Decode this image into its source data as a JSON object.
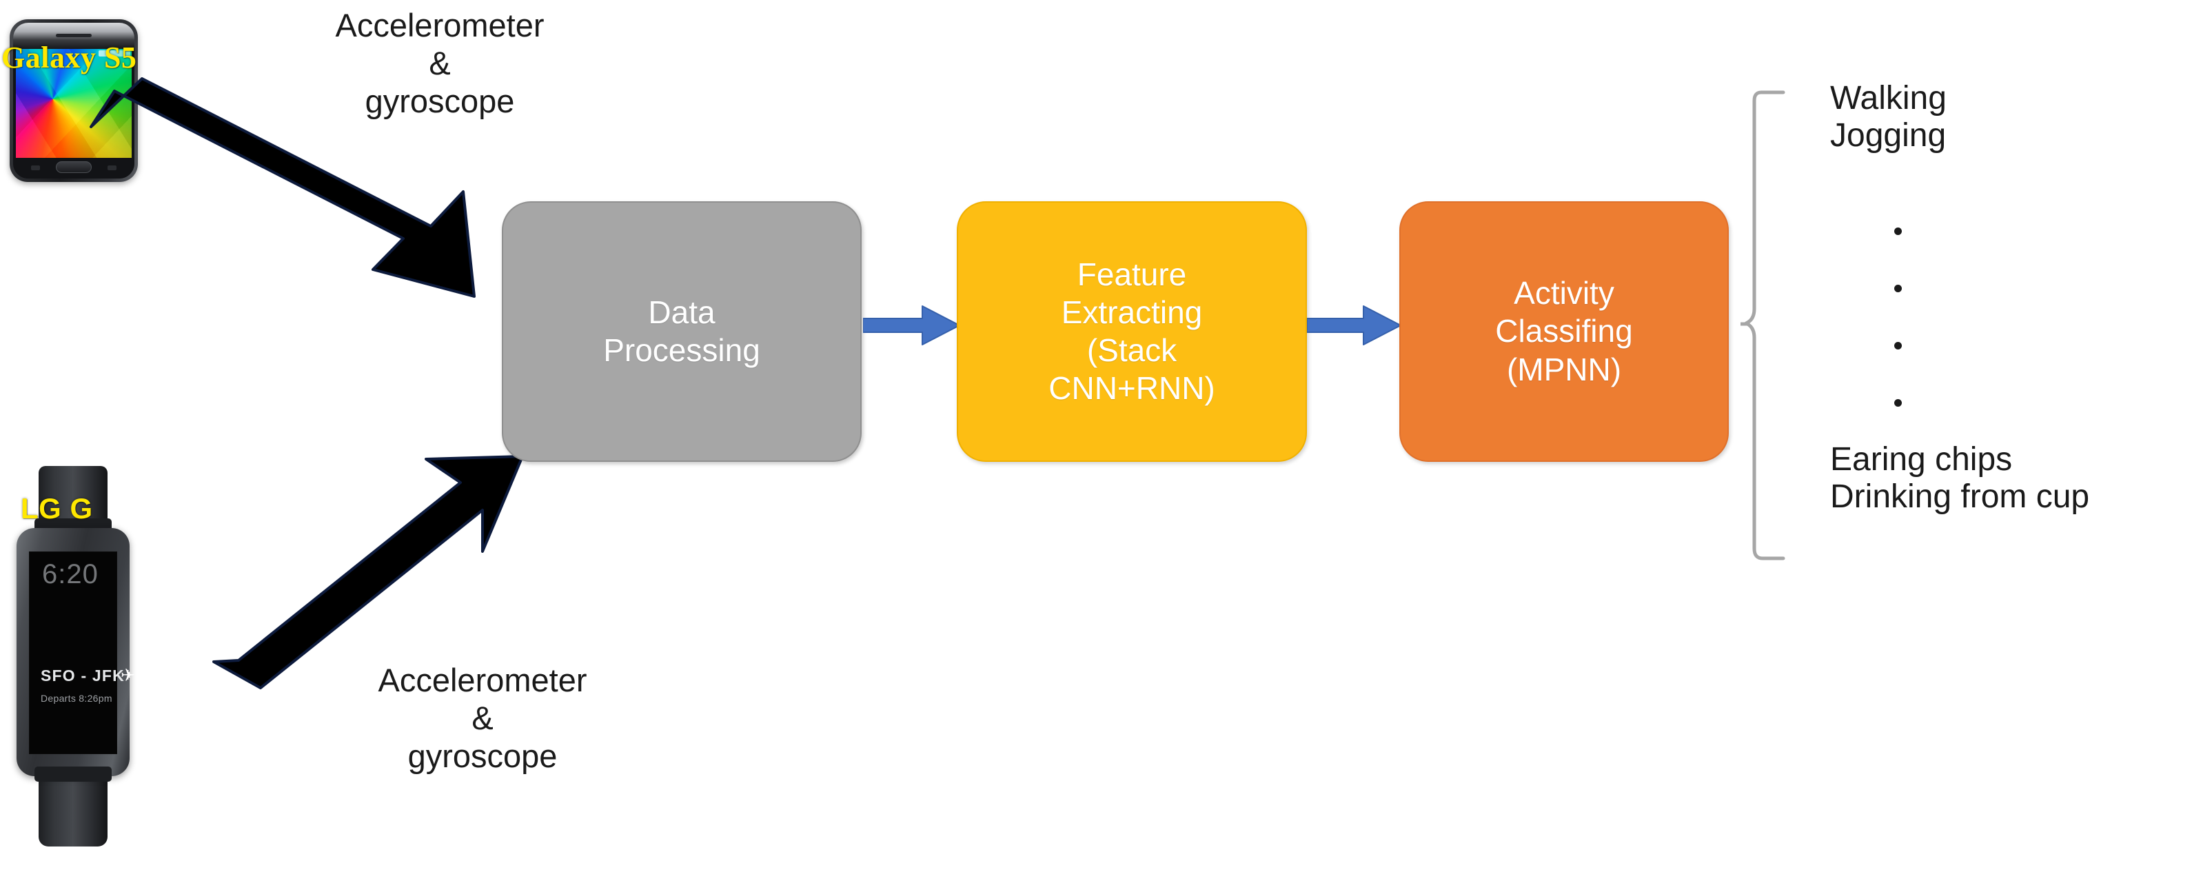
{
  "diagram": {
    "title": "Wearable sensor human activity recognition pipeline",
    "background_color": "#ffffff"
  },
  "devices": [
    {
      "id": "phone",
      "name": "Samsung Galaxy S5 smartphone",
      "overlay_label": "Galaxy S5",
      "overlay_label_color": "#ffe800",
      "screen_elements": {}
    },
    {
      "id": "watch",
      "name": "LG G Watch smartwatch",
      "overlay_label": "LG G",
      "overlay_label_color": "#ffe800",
      "screen_elements": {
        "time": "6:20",
        "route": "SFO - JFK",
        "plane_icon": "airplane-icon",
        "departs": "Departs 8:26pm"
      }
    }
  ],
  "captions": {
    "top": "Accelerometer\n&\ngyroscope",
    "bottom": "Accelerometer\n&\ngyroscope"
  },
  "pipeline": {
    "stages": [
      {
        "id": "data-processing",
        "label": "Data\nProcessing",
        "fill": "#a6a6a6",
        "text_color": "#ffffff"
      },
      {
        "id": "feature-extracting",
        "label": "Feature\nExtracting\n(Stack\nCNN+RNN)",
        "fill": "#fdbe13",
        "text_color": "#ffffff"
      },
      {
        "id": "activity-classifing",
        "label": "Activity\nClassifing\n(MPNN)",
        "fill": "#ed7d31",
        "text_color": "#ffffff"
      }
    ],
    "connector_color": "#4472c4",
    "input_arrow_color": "#000000"
  },
  "outputs": {
    "brace_color": "#a6a6a6",
    "head_items": [
      "Walking",
      "Jogging"
    ],
    "ellipsis_dot_count": 4,
    "tail_items": [
      "Earing chips",
      "Drinking from cup"
    ]
  }
}
